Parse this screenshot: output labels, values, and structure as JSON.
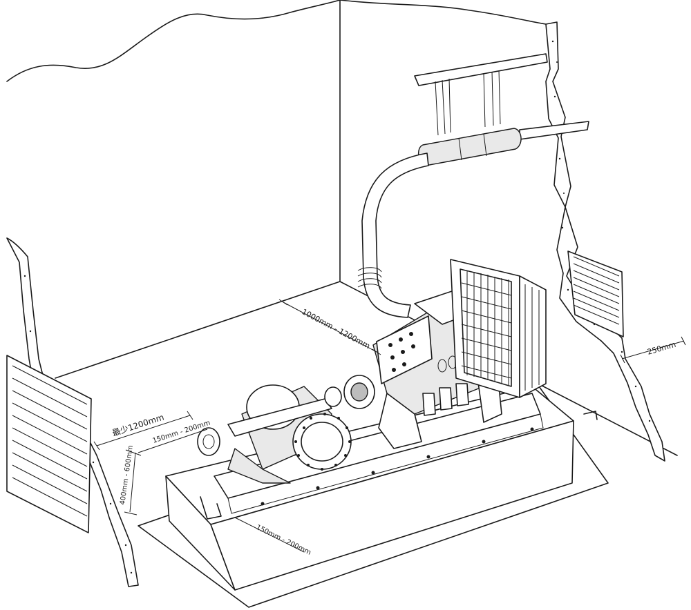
{
  "diagram": {
    "labels": {
      "rear_clearance": "1000mm - 1200mm",
      "side_clearance": "250mm",
      "front_clearance": "最少1200mm",
      "base_overhang_top": "150mm - 200mm",
      "base_height": "400mm - 600mm",
      "base_overhang_bottom": "150mm - 200mm"
    }
  }
}
